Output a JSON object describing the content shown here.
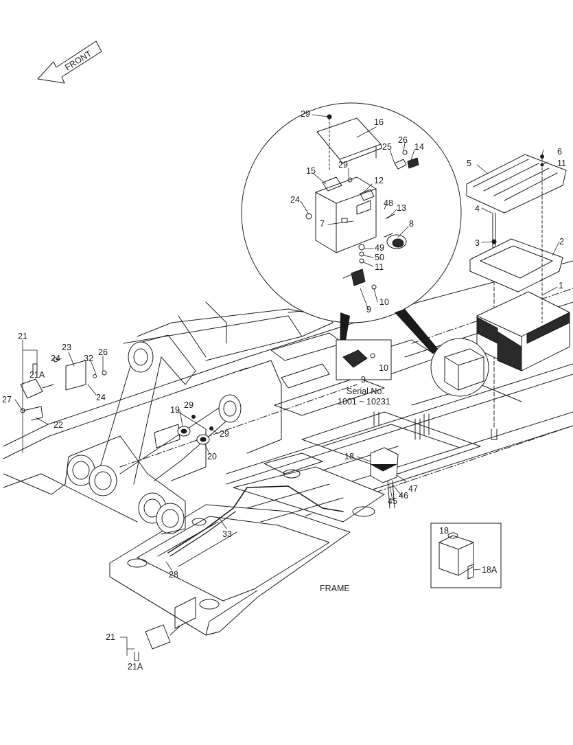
{
  "front_arrow": {
    "label": "FRONT"
  },
  "frame_label": "FRAME",
  "serial_note": {
    "line1": "Serial No.",
    "line2": "1001 ~ 10231"
  },
  "callouts": {
    "c29a": "29",
    "c16": "16",
    "c26a": "26",
    "c25": "25",
    "c14": "14",
    "c29b": "29",
    "c15": "15",
    "c12": "12",
    "c24a": "24",
    "c48": "48",
    "c13": "13",
    "c7": "7",
    "c8": "8",
    "c49": "49",
    "c50": "50",
    "c11a": "11",
    "c10a": "10",
    "c9a": "9",
    "c10b": "10",
    "c9b": "9",
    "c6": "6",
    "c11b": "11",
    "c5": "5",
    "c4": "4",
    "c3": "3",
    "c2": "2",
    "c1": "1",
    "c21a": "21",
    "c21A_a": "21A",
    "c23": "23",
    "c24b": "24",
    "c32": "32",
    "c26b": "26",
    "c24c": "24",
    "c27": "27",
    "c22": "22",
    "c19": "19",
    "c29c": "29",
    "c29d": "29",
    "c20": "20",
    "c18a": "18",
    "c47": "47",
    "c46": "46",
    "c45": "45",
    "c18b": "18",
    "c18A": "18A",
    "c33": "33",
    "c28": "28",
    "c21b": "21",
    "c21A_b": "21A"
  },
  "colors": {
    "line": "#1a1a1a",
    "paper": "#ffffff",
    "shade": "#2a2a2a"
  }
}
